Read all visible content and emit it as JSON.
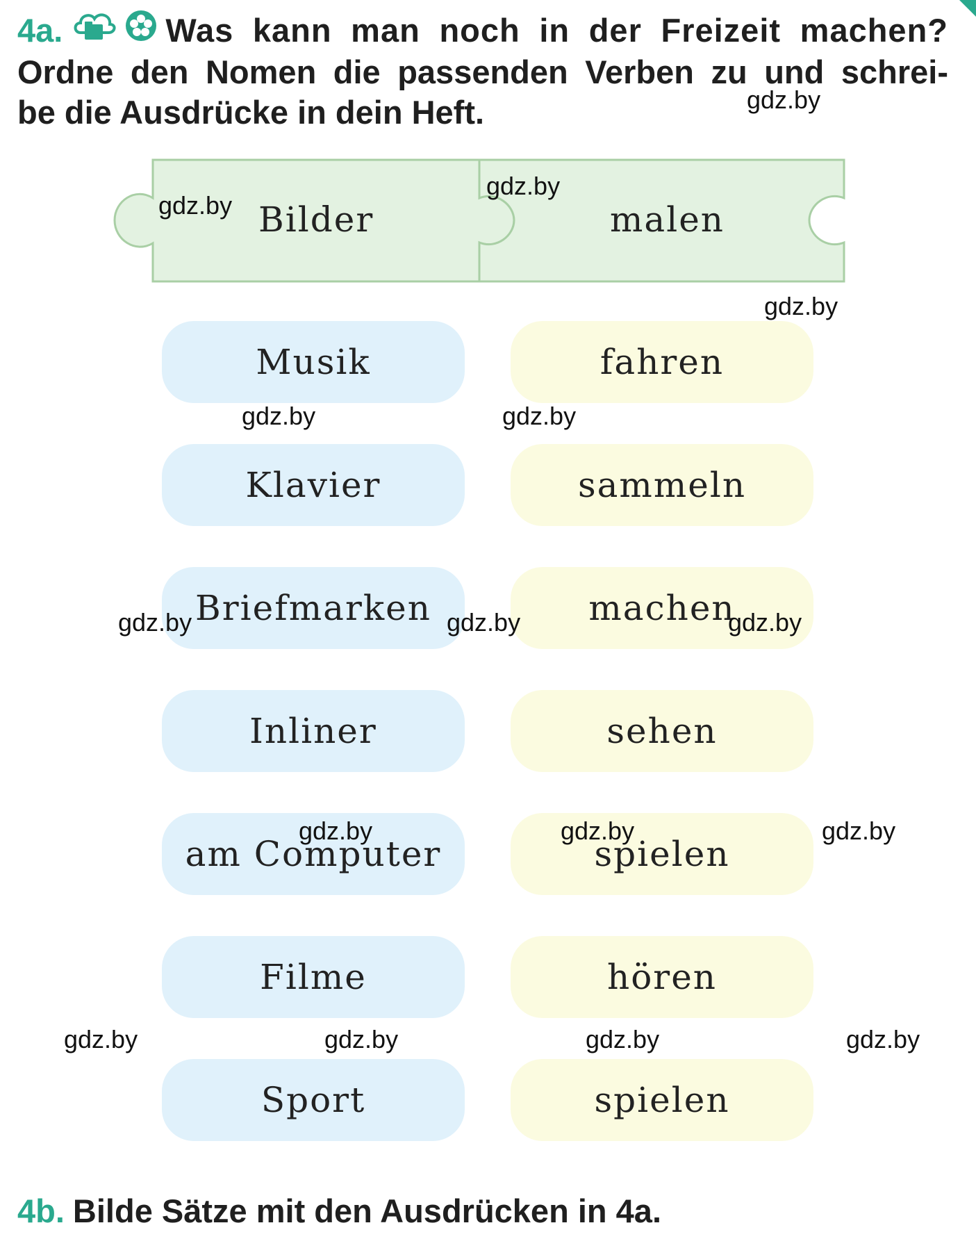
{
  "task_a": {
    "number": "4a.",
    "title": "Was kann man noch in der Freizeit machen?",
    "line2": "Ordne den Nomen die passenden Verben zu und schrei-",
    "line3": "be die Ausdrücke in dein Heft."
  },
  "icons": [
    "cloud-folder-icon",
    "flower-icon"
  ],
  "colors": {
    "accent": "#2aa98e",
    "noun_card": "#e0f1fb",
    "verb_card": "#fbfbe0",
    "example_puzzle": "#e3f2e1"
  },
  "example": {
    "noun": "Bilder",
    "verb": "malen"
  },
  "nouns": [
    "Musik",
    "Klavier",
    "Briefmarken",
    "Inliner",
    "am Computer",
    "Filme",
    "Sport"
  ],
  "verbs": [
    "fahren",
    "sammeln",
    "machen",
    "sehen",
    "spielen",
    "hören",
    "spielen"
  ],
  "watermark": "gdz.by",
  "task_b": {
    "number": "4b.",
    "text": "Bilde Sätze mit den Ausdrücken in 4a."
  }
}
